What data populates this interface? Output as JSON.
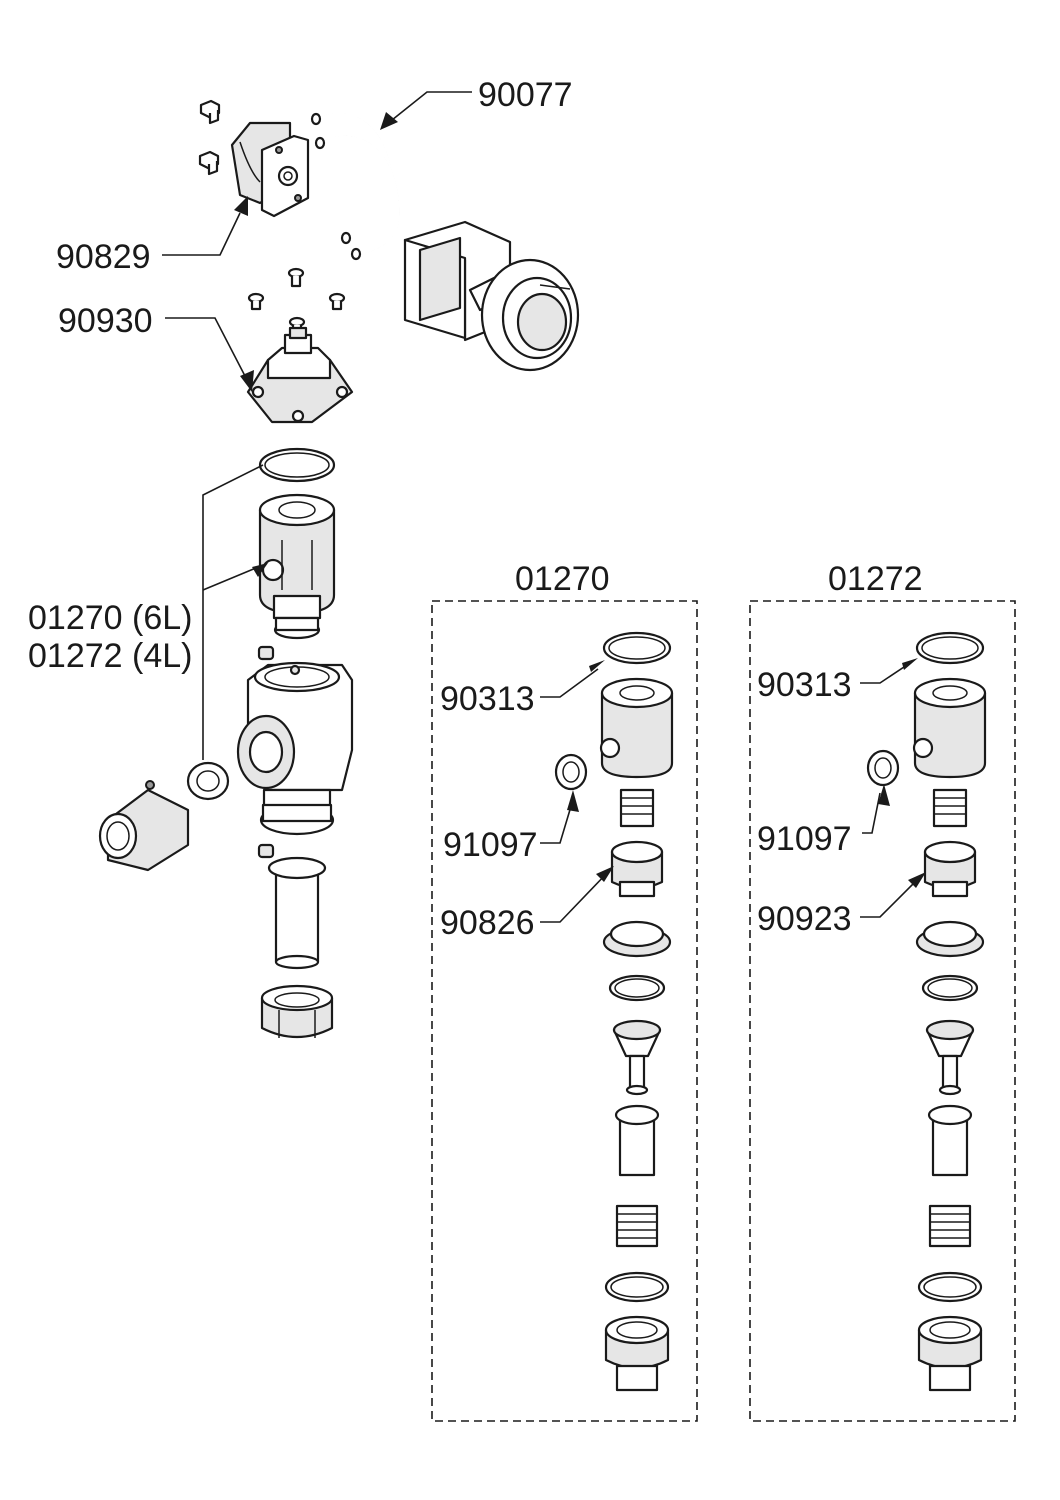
{
  "main_labels": {
    "p90077": "90077",
    "p90829": "90829",
    "p90930": "90930",
    "body_a": "01270 (6L)",
    "body_b": "01272 (4L)"
  },
  "kit_01270": {
    "title": "01270",
    "p1": "90313",
    "p2": "91097",
    "p3": "90826"
  },
  "kit_01272": {
    "title": "01272",
    "p1": "90313",
    "p2": "91097",
    "p3": "90923"
  }
}
